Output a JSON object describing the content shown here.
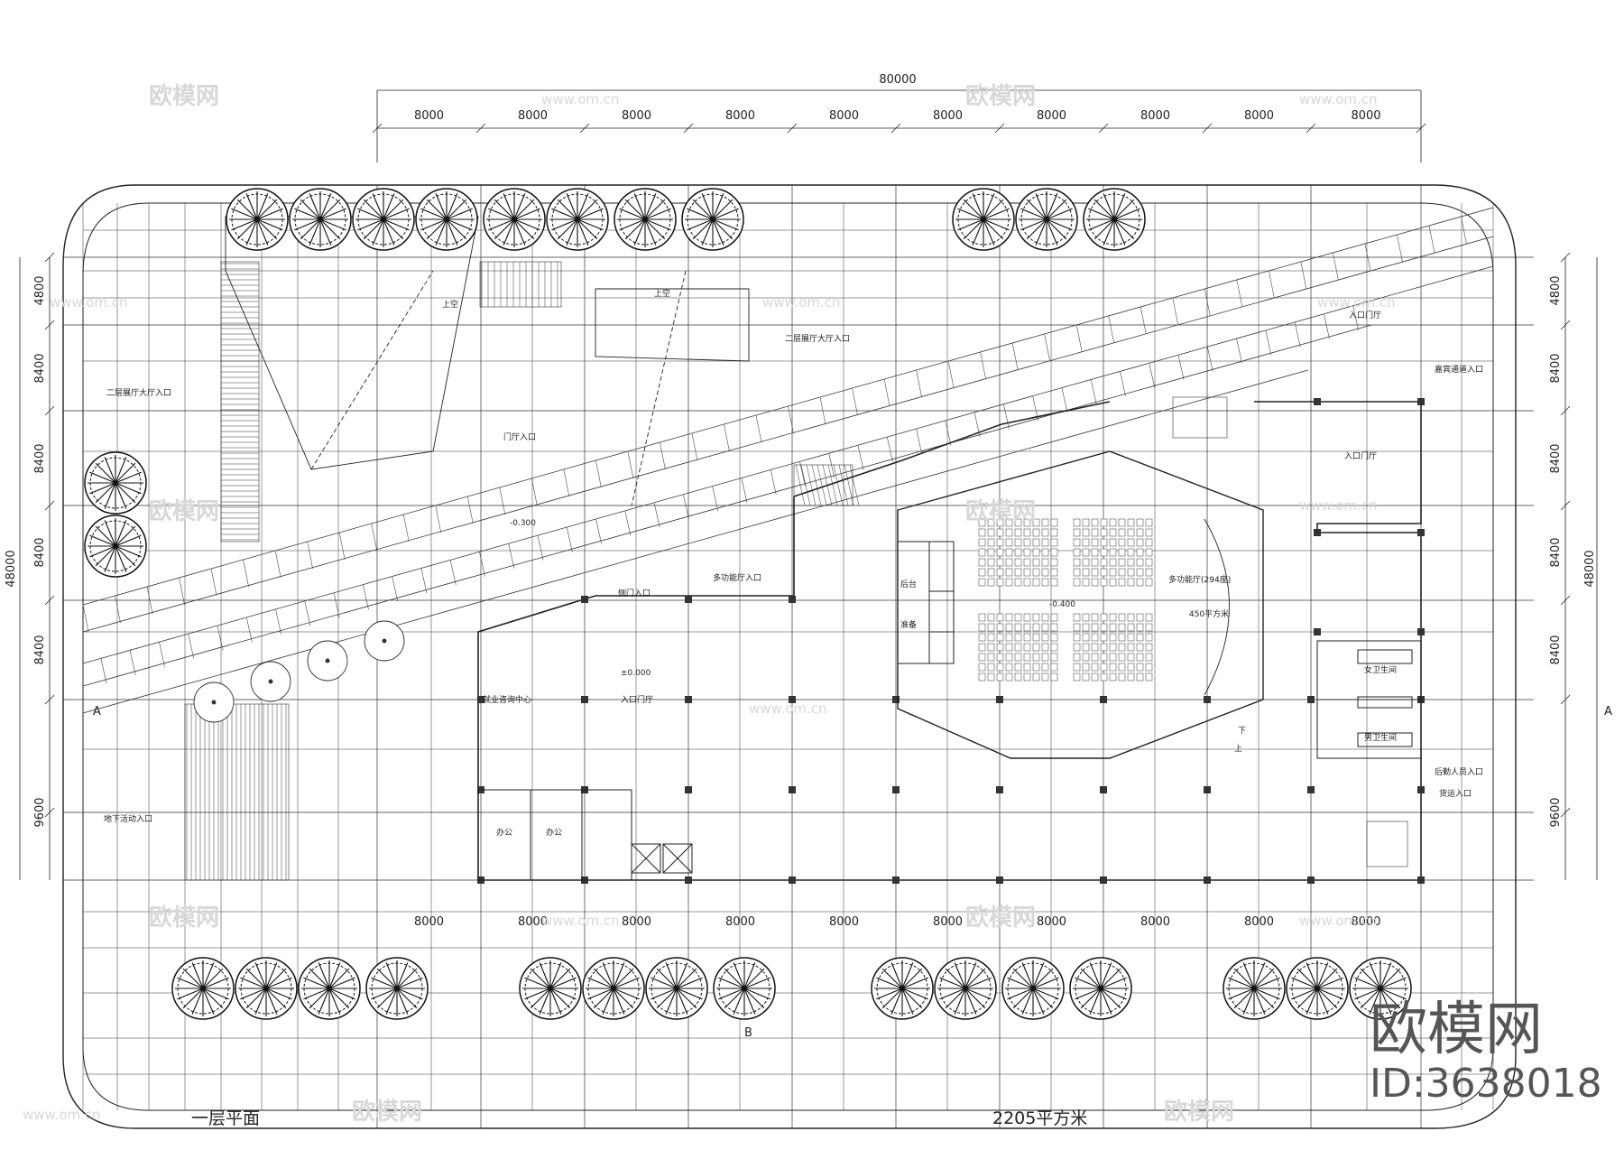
{
  "overall_width": "80000",
  "overall_depth": "48000",
  "bay_widths": [
    "8000",
    "8000",
    "8000",
    "8000",
    "8000",
    "8000",
    "8000",
    "8000",
    "8000",
    "8000"
  ],
  "bottom_bays": [
    "8000",
    "8000",
    "8000",
    "8000",
    "8000",
    "8000",
    "8000",
    "8000",
    "8000",
    "8000"
  ],
  "row_depths": [
    "4800",
    "8400",
    "8400",
    "8400",
    "8400",
    "9600"
  ],
  "section_a": "A",
  "section_b": "B",
  "rooms": {
    "multi_hall": "多功能厅(294座)",
    "multi_hall_area": "450平方米",
    "info_center": "就业咨询中心",
    "entry_lobby": "入口门厅",
    "main_lobby": "入口门厅",
    "office1": "办公",
    "office2": "办公",
    "backstage": "后台",
    "prep": "准备",
    "women_wc": "女卫生间",
    "men_wc": "男卫生间",
    "upper_void": "上空",
    "upper_void2": "上空"
  },
  "entrances": {
    "l2_hall_left": "二层展厅大厅入口",
    "l2_hall_mid": "二层展厅大厅入口",
    "lobby_entry": "门厅入口",
    "main_entry": "入口门厅",
    "multi_entry": "多功能厅入口",
    "side_entry": "侧门入口",
    "basement": "地下活动入口",
    "staff_entry": "后勤人员入口",
    "service_entry": "货运入口",
    "vip_entry": "嘉宾通道入口"
  },
  "levels": {
    "ramp": "-0.300",
    "hall": "-0.400",
    "ground": "±0.000"
  },
  "stair_labels": {
    "up": "上",
    "down": "下"
  },
  "watermark": {
    "brand": "欧模网",
    "url": "www.om.cn"
  },
  "logo": {
    "brand": "欧模网",
    "id": "ID:3638018"
  },
  "title": {
    "name": "一层平面",
    "area": "2205平方米"
  }
}
